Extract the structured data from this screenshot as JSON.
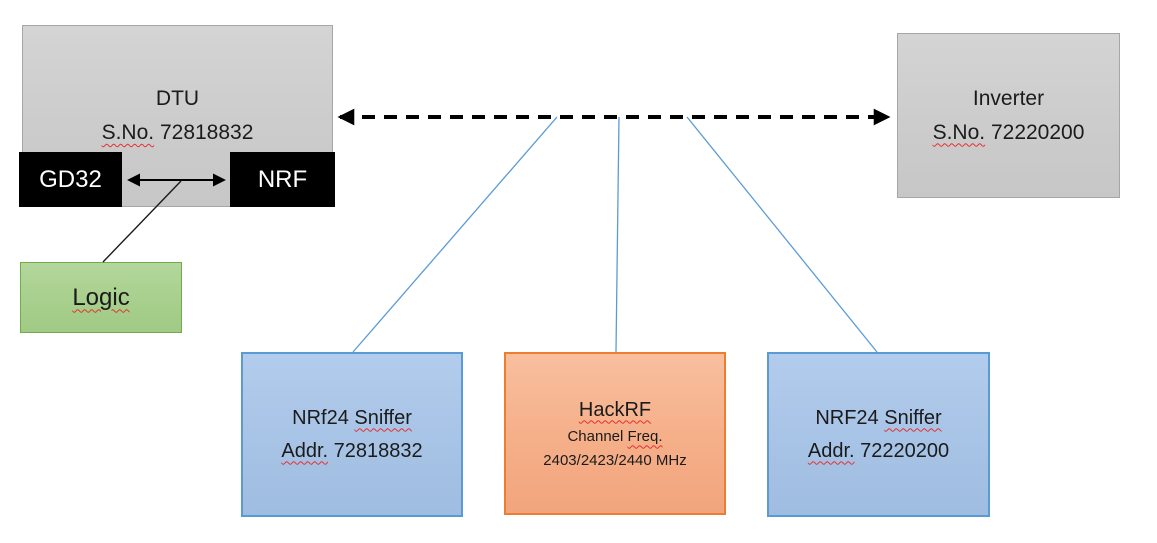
{
  "diagram": {
    "dtu": {
      "title": "DTU",
      "serial_label": "S.No.",
      "serial_value": "72818832"
    },
    "gd32": {
      "label": "GD32"
    },
    "nrf": {
      "label": "NRF"
    },
    "logic": {
      "label": "Logic"
    },
    "inverter": {
      "title": "Inverter",
      "serial_label": "S.No.",
      "serial_value": "72220200"
    },
    "sniffer_left": {
      "title_prefix": "NRf24",
      "title_word": "Sniffer",
      "addr_label": "Addr.",
      "addr_value": "72818832"
    },
    "hackrf": {
      "title": "HackRF",
      "channel_label": "Channel",
      "freq_label": "Freq.",
      "freq_values": "2403/2423/2440 MHz"
    },
    "sniffer_right": {
      "title_prefix": "NRF24",
      "title_word": "Sniffer",
      "addr_label": "Addr.",
      "addr_value": "72220200"
    },
    "colors": {
      "gray_fill": "#cccccc",
      "gray_border": "#a6a6a6",
      "blue_fill": "#a8c4e6",
      "blue_border": "#5b9bd5",
      "orange_fill": "#f5b08a",
      "orange_border": "#ed7d31",
      "green_fill": "#a9d08e",
      "green_border": "#70ad47",
      "chip_fill": "#000000",
      "connector_black": "#000000",
      "connector_blue": "#5b9bd5",
      "spellcheck_red": "#e53030"
    }
  }
}
